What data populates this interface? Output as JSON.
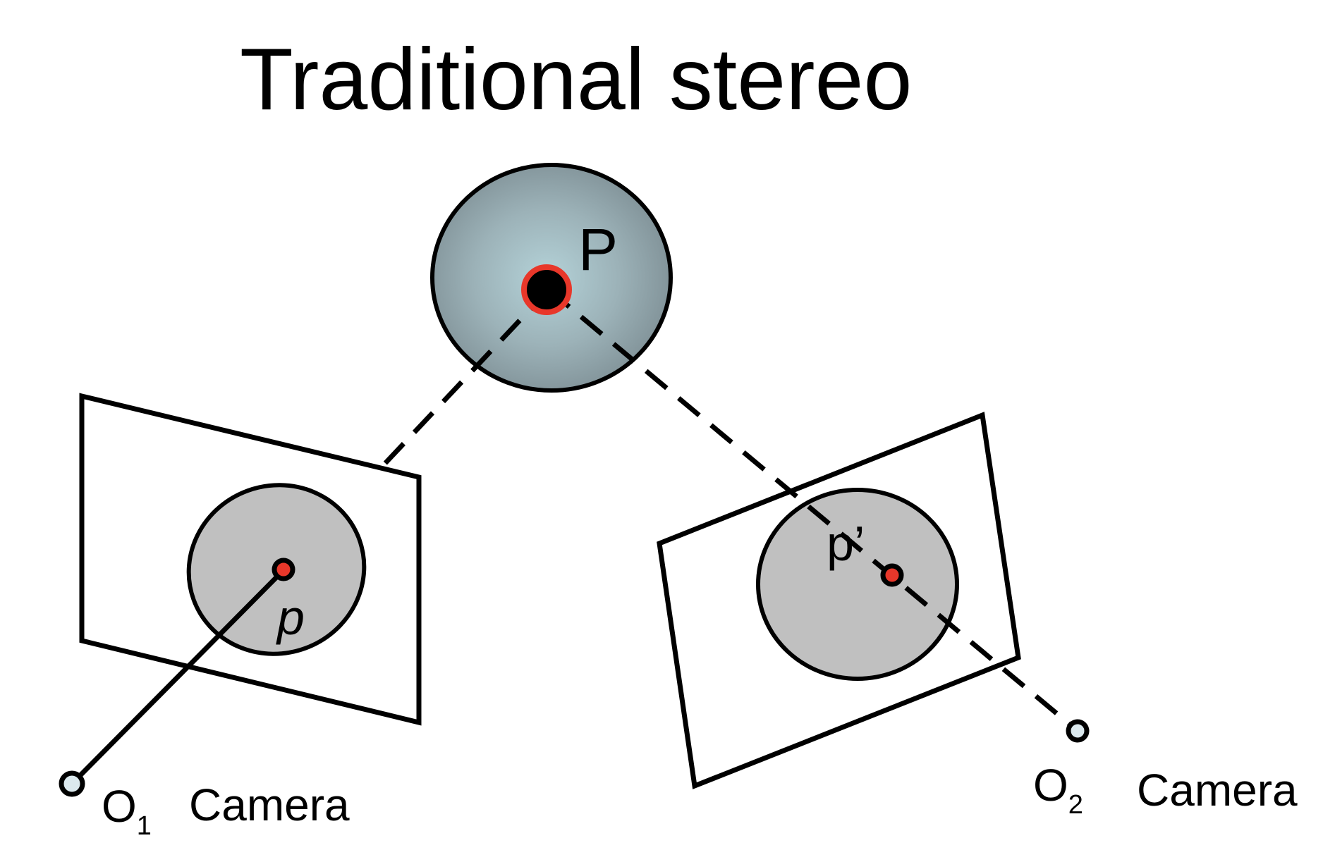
{
  "title": "Traditional stereo",
  "point_label": "P",
  "left_view": {
    "image_point_label": "p",
    "center_label": "O",
    "center_subscript": "1",
    "camera_label": "Camera"
  },
  "right_view": {
    "image_point_label": "p’",
    "center_label": "O",
    "center_subscript": "2",
    "camera_label": "Camera"
  },
  "colors": {
    "sphere_center": "#b4d2d8",
    "sphere_edge": "#7f9096",
    "image_blob": "#c0c0c0",
    "point_red": "#e8372a",
    "camera_center_fill": "#dbe9ee",
    "stroke": "#000000"
  }
}
